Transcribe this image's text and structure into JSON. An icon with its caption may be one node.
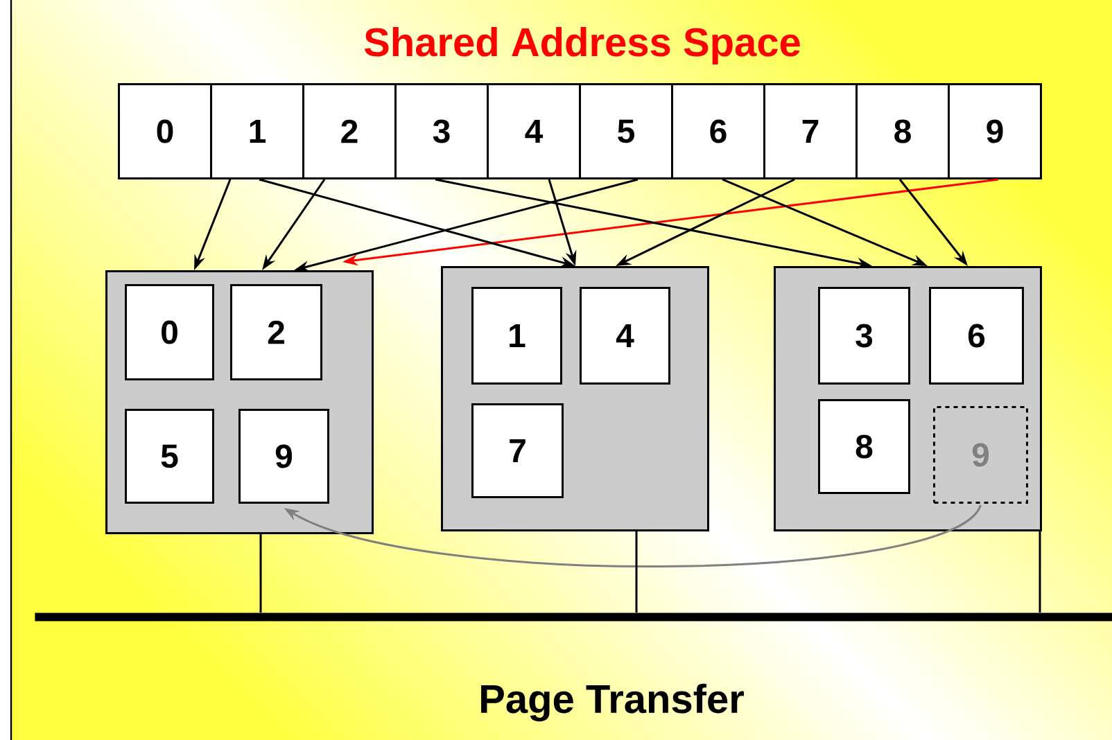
{
  "diagram": {
    "title": "Shared Address Space",
    "caption": "Page Transfer",
    "nodes": [
      {
        "text": [
          "0"
        ]
      },
      {
        "text": [
          "1"
        ]
      },
      {
        "text": [
          "2"
        ]
      },
      {
        "text": [
          "3"
        ]
      },
      {
        "text": [
          "4"
        ]
      },
      {
        "text": [
          "5"
        ]
      },
      {
        "text": [
          "6"
        ]
      },
      {
        "text": [
          "7"
        ]
      },
      {
        "text": [
          "8"
        ]
      },
      {
        "text": [
          "9"
        ]
      },
      {
        "text": [],
        "shape": "box"
      },
      {
        "text": [
          "0"
        ],
        "in": 10
      },
      {
        "text": [
          "2"
        ],
        "in": 10
      },
      {
        "text": [
          "5"
        ],
        "in": 10
      },
      {
        "text": [
          "9"
        ],
        "in": 10
      },
      {
        "text": [],
        "shape": "box"
      },
      {
        "text": [
          "1"
        ],
        "in": 15
      },
      {
        "text": [
          "4"
        ],
        "in": 15
      },
      {
        "text": [
          "7"
        ],
        "in": 15
      },
      {
        "text": [],
        "shape": "box"
      },
      {
        "text": [
          "3"
        ],
        "in": 19
      },
      {
        "text": [
          "6"
        ],
        "in": 19
      },
      {
        "text": [
          "8"
        ],
        "in": 19
      },
      {
        "text": [
          "9"
        ],
        "in": 19
      },
      {
        "text": [],
        "shape": "bar"
      }
    ],
    "edges": [
      {
        "from": 1,
        "to": 10,
        "arrow": "to"
      },
      {
        "from": 2,
        "to": 10,
        "arrow": "to"
      },
      {
        "from": 5,
        "to": 10,
        "arrow": "to"
      },
      {
        "from": 9,
        "to": 10,
        "arrow": "to",
        "color": "#ff0000"
      },
      {
        "from": 1,
        "to": 15,
        "arrow": "to"
      },
      {
        "from": 4,
        "to": 15,
        "arrow": "to"
      },
      {
        "from": 7,
        "to": 15,
        "arrow": "to"
      },
      {
        "from": 3,
        "to": 19,
        "arrow": "to"
      },
      {
        "from": 6,
        "to": 19,
        "arrow": "to"
      },
      {
        "from": 8,
        "to": 19,
        "arrow": "to"
      },
      {
        "from": 23,
        "to": 14,
        "arrow": "to",
        "color": "#808080"
      },
      {
        "from": 10,
        "to": 24,
        "arrow": "none"
      },
      {
        "from": 15,
        "to": 24,
        "arrow": "none"
      },
      {
        "from": 19,
        "to": 24,
        "arrow": "none"
      }
    ]
  }
}
